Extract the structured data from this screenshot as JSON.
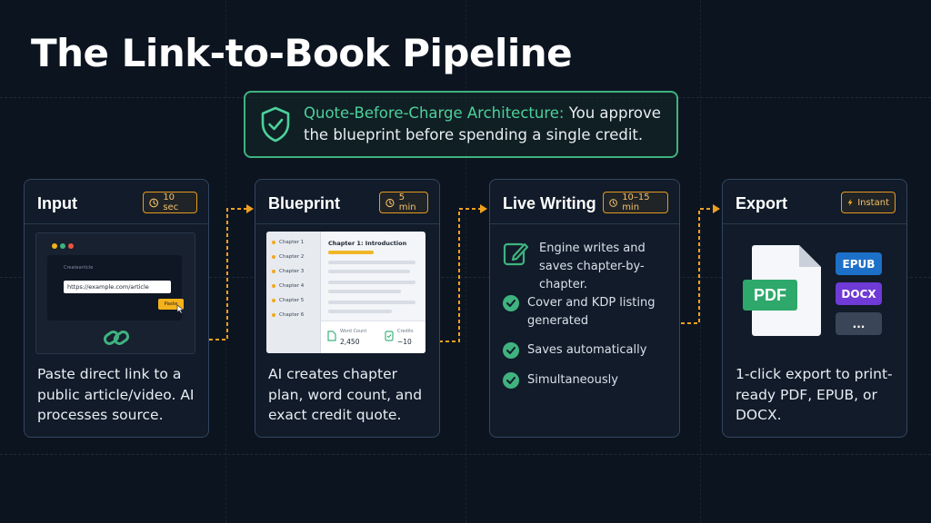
{
  "title": "The Link-to-Book Pipeline",
  "banner": {
    "accent_text": "Quote-Before-Charge Architecture:",
    "rest_text": " You approve the blueprint before spending a single credit.",
    "icon": "shield-check-icon"
  },
  "colors": {
    "background": "#0c1420",
    "accent_green": "#3fb27f",
    "accent_orange": "#e89a1e",
    "card_border": "#33465e"
  },
  "stages": [
    {
      "title": "Input",
      "badge": "10 sec",
      "badge_icon": "clock-icon",
      "description": "Paste direct link to a public article/video. AI processes source.",
      "illustration": {
        "caption": "Createarticle",
        "url_value": "https://example.com/article",
        "paste_label": "Paste",
        "icon": "link-icon"
      }
    },
    {
      "title": "Blueprint",
      "badge": "5 min",
      "badge_icon": "clock-icon",
      "description": "AI creates chapter plan, word count, and exact credit quote.",
      "illustration": {
        "chapters": [
          "Chapter 1",
          "Chapter 2",
          "Chapter 3",
          "Chapter 4",
          "Chapter 5",
          "Chapter 6"
        ],
        "main_title": "Chapter 1: Introduction",
        "word_count_label": "Word Count",
        "word_count_value": "2,450",
        "credits_label": "Credits",
        "credits_value": "~10"
      }
    },
    {
      "title": "Live Writing",
      "badge": "10–15 min",
      "badge_icon": "clock-icon",
      "intro": "Engine writes and saves chapter-by-chapter.",
      "intro_icon": "edit-icon",
      "items": [
        "Cover and KDP listing generated",
        "Saves automatically",
        "Simultaneously"
      ]
    },
    {
      "title": "Export",
      "badge": "Instant",
      "badge_icon": "lightning-icon",
      "description": "1-click export to print-ready PDF, EPUB, or DOCX.",
      "illustration": {
        "file_label": "PDF",
        "formats": [
          "EPUB",
          "DOCX",
          "..."
        ]
      }
    }
  ]
}
